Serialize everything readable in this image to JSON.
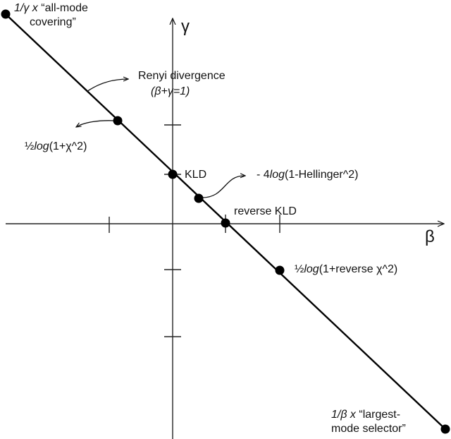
{
  "axes": {
    "x_label": "β",
    "y_label": "γ"
  },
  "line_label": {
    "title": "Renyi divergence",
    "constraint": "(β+γ=1)"
  },
  "points": [
    {
      "name": "all-mode",
      "line1_prefix": "1/γ x",
      "line1_text": "“all-mode",
      "line2": "covering”"
    },
    {
      "name": "chi2",
      "half": "½",
      "log": "log",
      "arg": "(1+χ^2)"
    },
    {
      "name": "kld",
      "text": "KLD"
    },
    {
      "name": "hellinger",
      "prefix": "- 4",
      "log": "log",
      "arg": "(1-Hellinger^2)"
    },
    {
      "name": "reverse-kld",
      "text": "reverse KLD"
    },
    {
      "name": "reverse-chi2",
      "half": "½",
      "log": "log",
      "arg": "(1+reverse χ^2)"
    },
    {
      "name": "largest-mode",
      "line1_prefix": "1/β x",
      "line1_text": "“largest-",
      "line2": "mode selector”"
    }
  ],
  "chart_data": {
    "type": "line",
    "title": "",
    "xlabel": "β",
    "ylabel": "γ",
    "line": {
      "equation": "β+γ=1",
      "label": "Renyi divergence (β+γ=1)"
    },
    "x_ticks": [
      -1,
      0,
      1,
      2
    ],
    "y_ticks": [
      2,
      1,
      0,
      -1,
      -2
    ],
    "points": [
      {
        "beta": "-∞",
        "gamma": "+∞",
        "label": "1/γ x “all-mode covering”"
      },
      {
        "beta": -1,
        "gamma": 2,
        "label": "½log(1+χ^2)"
      },
      {
        "beta": 0,
        "gamma": 1,
        "label": "KLD"
      },
      {
        "beta": 0.5,
        "gamma": 0.5,
        "label": "- 4log(1-Hellinger^2)"
      },
      {
        "beta": 1,
        "gamma": 0,
        "label": "reverse KLD"
      },
      {
        "beta": 2,
        "gamma": -1,
        "label": "½log(1+reverse χ^2)"
      },
      {
        "beta": "+∞",
        "gamma": "-∞",
        "label": "1/β x “largest-mode selector”"
      }
    ]
  }
}
